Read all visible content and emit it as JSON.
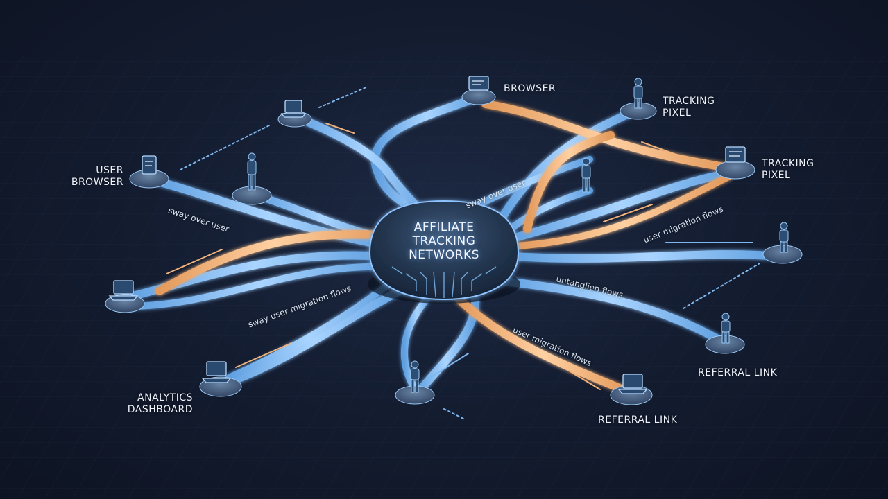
{
  "hub": {
    "title_lines": [
      "AFFILIATE",
      "TRACKING",
      "NETWORKS"
    ]
  },
  "nodes": {
    "browser": "BROWSER",
    "tracking_pixel_top": [
      "TRACKING",
      "PIXEL"
    ],
    "tracking_pixel_right": [
      "TRACKING",
      "PIXEL"
    ],
    "user_browser": [
      "USER",
      "BROWSER"
    ],
    "referral_link_right": "REFERRAL LINK",
    "referral_link_bottom": "REFERRAL LINK",
    "analytics_dashboard": [
      "ANALYTICS",
      "DASHBOARD"
    ]
  },
  "flow_labels": {
    "sway_over_user_left": "sway over user",
    "sway_over_user_center": "sway over user",
    "user_migration_flows_right": "user migration flows",
    "untanglien_flows": "untanglien flows",
    "sway_user_migration_flows": "sway user migration flows",
    "user_migration_flows_bottom": "user migration flows"
  },
  "colors": {
    "pipe_blue": "#7fb8f0",
    "pipe_orange": "#f2b27a",
    "hub": "#24364f",
    "background": "#141d31"
  }
}
